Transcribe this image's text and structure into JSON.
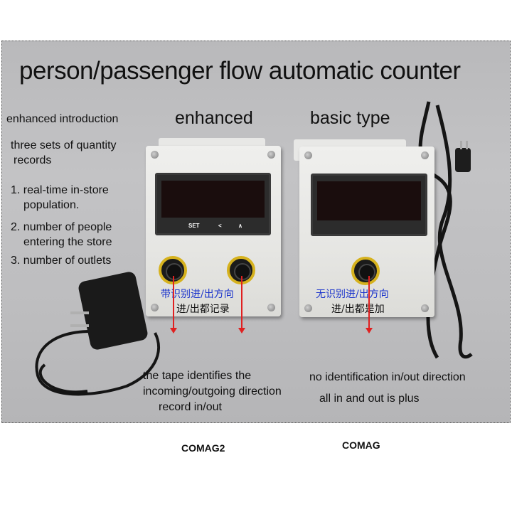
{
  "title": "person/passenger flow automatic counter",
  "enhanced_label": "enhanced",
  "basic_label": "basic type",
  "intro": {
    "heading": "enhanced introduction",
    "records_line1": "three sets of quantity",
    "records_line2": "records",
    "item1_line1": "1. real-time in-store",
    "item1_line2": "population.",
    "item2_line1": "2. number of people",
    "item2_line2": "entering the store",
    "item3": "3. number of outlets"
  },
  "enhanced_device": {
    "buttons": [
      "SET",
      "<",
      "∧"
    ],
    "cn_line1": "带识别进/出方向",
    "cn_line2": "进/出都记录"
  },
  "basic_device": {
    "cn_line1": "无识别进/出方向",
    "cn_line2": "进/出都是加"
  },
  "enhanced_caption": {
    "line1": "the tape identifies the",
    "line2": "incoming/outgoing direction",
    "line3": "record in/out"
  },
  "basic_caption": {
    "line1": "no identification in/out direction",
    "line2": "all in and out is plus"
  },
  "model_enhanced": "COMAG2",
  "model_basic": "COMAG",
  "colors": {
    "arrow": "#e02020",
    "knob_ring": "#d6b21e",
    "cn_text": "#1a33cc"
  }
}
